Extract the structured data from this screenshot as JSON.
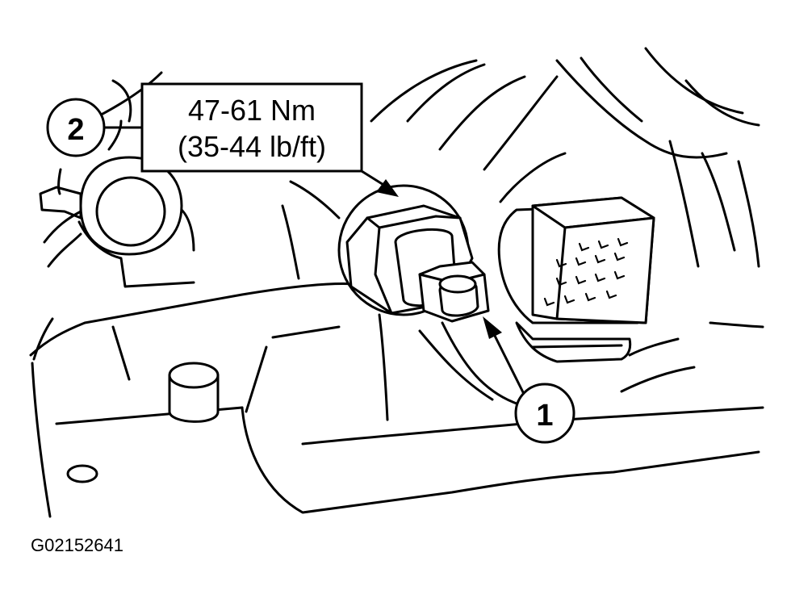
{
  "torque_spec": {
    "metric": "47-61 Nm",
    "imperial": "(35-44 lb/ft)"
  },
  "callouts": [
    {
      "id": "callout-1",
      "number": "1"
    },
    {
      "id": "callout-2",
      "number": "2"
    }
  ],
  "figure_id": "G02152641"
}
